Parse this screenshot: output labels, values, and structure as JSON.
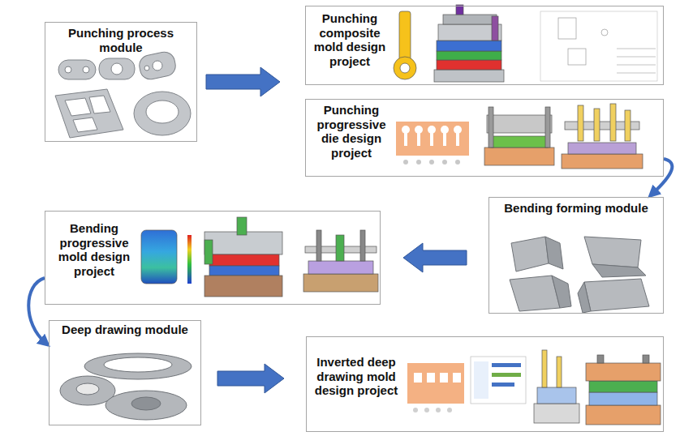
{
  "diagram": {
    "nodes": [
      {
        "text": [
          "Punching process module"
        ]
      },
      {
        "text": [
          "Punching composite mold design project"
        ]
      },
      {
        "text": [
          "Punching progressive die design project"
        ]
      },
      {
        "text": [
          "Bending forming module"
        ]
      },
      {
        "text": [
          "Bending progressive mold design project"
        ]
      },
      {
        "text": [
          "Deep drawing module"
        ]
      },
      {
        "text": [
          "Inverted deep drawing mold design project"
        ]
      }
    ],
    "edges": [
      {
        "from": 0,
        "to": 1,
        "arrow": "to"
      },
      {
        "from": 2,
        "to": 3,
        "arrow": "to"
      },
      {
        "from": 3,
        "to": 4,
        "arrow": "to"
      },
      {
        "from": 4,
        "to": 5,
        "arrow": "to"
      },
      {
        "from": 5,
        "to": 6,
        "arrow": "to"
      }
    ]
  }
}
